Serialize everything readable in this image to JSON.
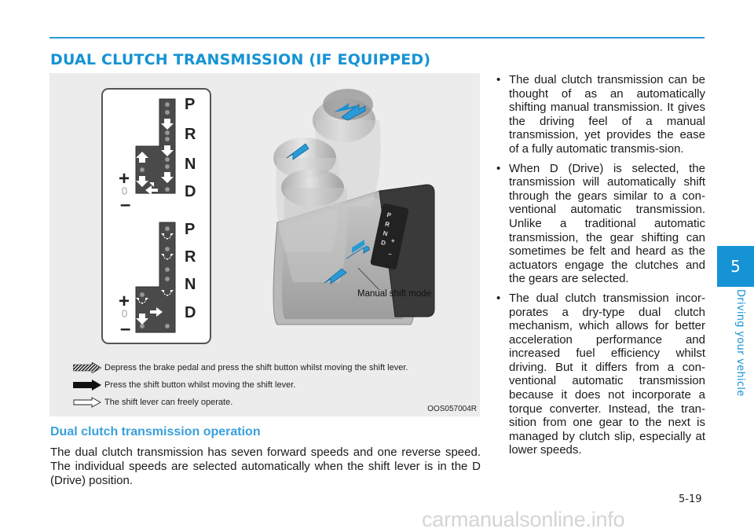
{
  "header": {
    "title": "DUAL CLUTCH TRANSMISSION (IF EQUIPPED)"
  },
  "chapter": {
    "number": "5",
    "name": "Driving your vehicle"
  },
  "figure": {
    "gates": [
      {
        "letters": [
          "P",
          "R",
          "N",
          "D"
        ],
        "plus": "+",
        "minus": "–"
      },
      {
        "letters": [
          "P",
          "R",
          "N",
          "D"
        ],
        "plus": "+",
        "minus": "–"
      }
    ],
    "callout": "Manual shift mode",
    "lever_plate_letters": [
      "P",
      "R",
      "N",
      "D",
      "+",
      "–"
    ],
    "legend": [
      {
        "icon": "hatched-arrow-icon",
        "text": "Depress the brake pedal and press the shift button whilst moving the shift lever."
      },
      {
        "icon": "solid-arrow-icon",
        "text": "Press the shift button whilst moving the shift lever."
      },
      {
        "icon": "outline-arrow-icon",
        "text": "The shift lever can freely operate."
      }
    ],
    "code": "OOS057004R"
  },
  "section": {
    "heading": "Dual clutch transmission operation",
    "paragraph": "The dual clutch transmission has seven forward speeds and one reverse speed. The individual speeds are selected automatically when the shift lever is in the D (Drive) position."
  },
  "bullets": [
    "The dual clutch transmission can be thought of as an automatically shifting manual transmission. It gives the driving feel of a manual transmission, yet provides the ease of a fully automatic transmis-sion.",
    "When D (Drive) is selected, the transmission will automatically shift through the gears similar to a con-ventional automatic transmission. Unlike a traditional automatic transmission, the gear shifting can sometimes be felt and heard as the actuators engage the clutches and the gears are selected.",
    "The dual clutch transmission incor-porates a dry-type dual clutch mechanism, which allows for better acceleration performance and increased fuel efficiency whilst driving. But it differs from a con-ventional automatic transmission because it does not incorporate a torque converter. Instead, the tran-sition from one gear to the next is managed by clutch slip, especially at lower speeds."
  ],
  "footer": {
    "page": "5-19",
    "watermark": "carmanualsonline.info"
  },
  "colors": {
    "accent": "#1593d4",
    "subhead": "#3aa0dc",
    "figure_bg": "#ececec"
  }
}
